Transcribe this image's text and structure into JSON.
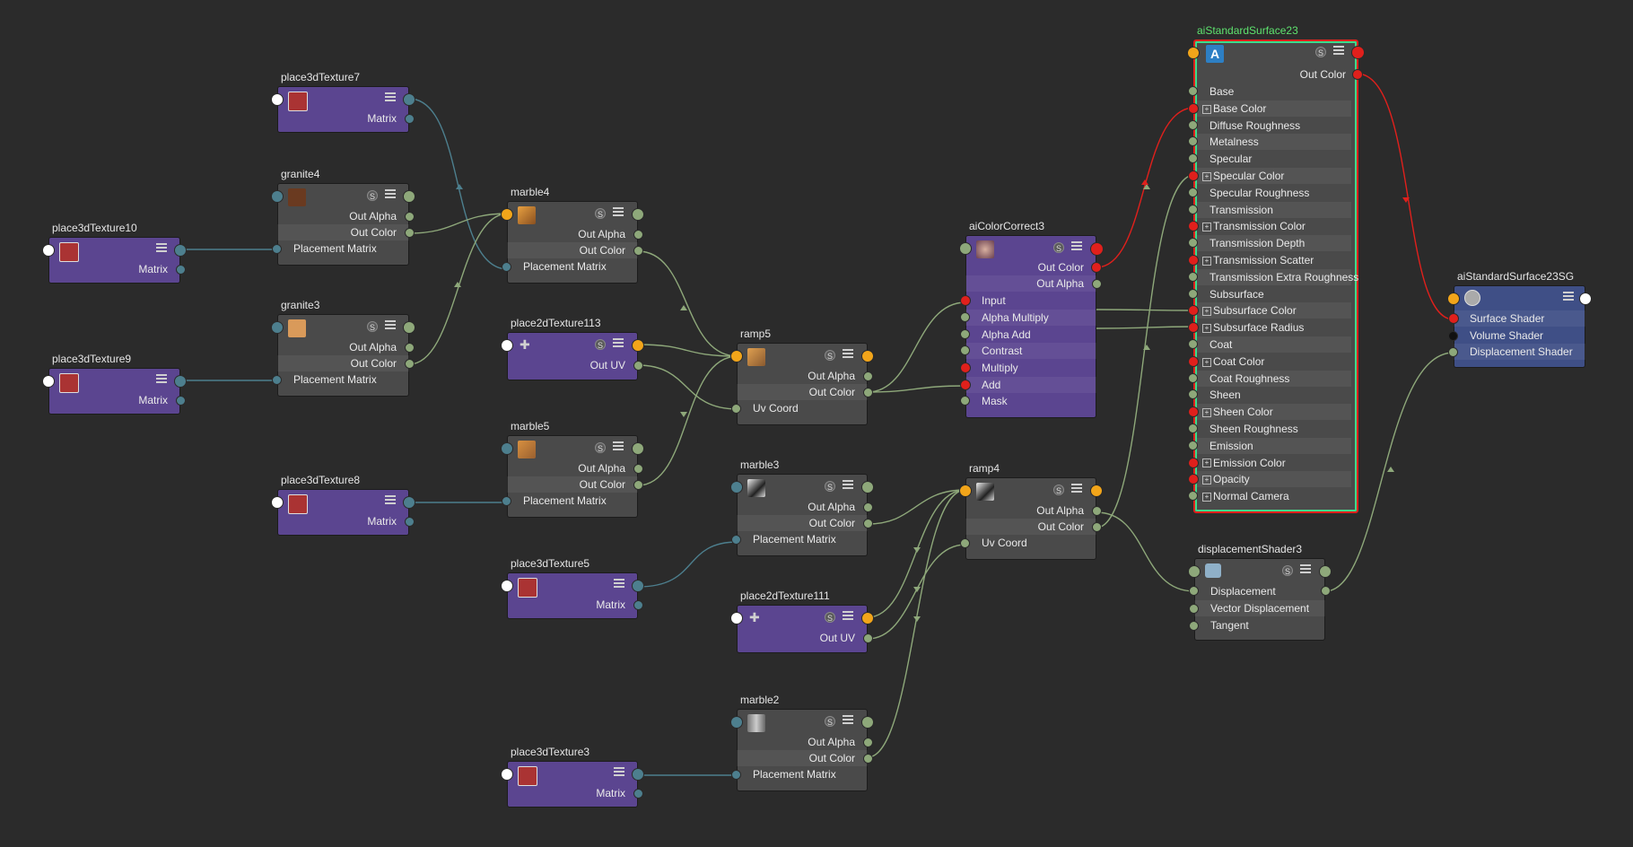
{
  "colors": {
    "background": "#2b2b2b",
    "node": "#4a4a4a",
    "place3d": "#5b4590",
    "shadingGroup": "#3f4f86",
    "selected": "#e0201c",
    "wireGreen": "#8ea87a",
    "wireTeal": "#4d7f8e",
    "wireRed": "#e0201c"
  },
  "icons": {
    "s": "S",
    "menu": "menu-lines-icon",
    "place3d": "cube-icon",
    "place2d": "uv-icon",
    "arnold": "arnold-icon",
    "sg": "shading-group-icon",
    "disp": "displacement-icon"
  },
  "labels": {
    "matrix": "Matrix",
    "out_alpha": "Out Alpha",
    "out_color": "Out Color",
    "out_uv": "Out UV",
    "placement_matrix": "Placement Matrix",
    "uv_coord": "Uv Coord"
  },
  "nodes": {
    "place3dTexture7": {
      "title": "place3dTexture7"
    },
    "place3dTexture10": {
      "title": "place3dTexture10"
    },
    "place3dTexture9": {
      "title": "place3dTexture9"
    },
    "place3dTexture8": {
      "title": "place3dTexture8"
    },
    "place3dTexture5": {
      "title": "place3dTexture5"
    },
    "place3dTexture3": {
      "title": "place3dTexture3"
    },
    "granite4": {
      "title": "granite4"
    },
    "granite3": {
      "title": "granite3"
    },
    "marble4": {
      "title": "marble4"
    },
    "marble5": {
      "title": "marble5"
    },
    "marble3": {
      "title": "marble3"
    },
    "marble2": {
      "title": "marble2"
    },
    "place2dTexture113": {
      "title": "place2dTexture113"
    },
    "place2dTexture111": {
      "title": "place2dTexture111"
    },
    "ramp5": {
      "title": "ramp5"
    },
    "ramp4": {
      "title": "ramp4"
    },
    "aiColorCorrect3": {
      "title": "aiColorCorrect3",
      "outputs": [
        "Out Color",
        "Out Alpha"
      ],
      "inputs": [
        "Input",
        "Alpha Multiply",
        "Alpha Add",
        "Contrast",
        "Multiply",
        "Add",
        "Mask"
      ]
    },
    "aiStandardSurface23": {
      "title": "aiStandardSurface23",
      "output": "Out Color",
      "attributes": [
        "Base",
        "Base Color",
        "Diffuse Roughness",
        "Metalness",
        "Specular",
        "Specular Color",
        "Specular Roughness",
        "Transmission",
        "Transmission Color",
        "Transmission Depth",
        "Transmission Scatter",
        "Transmission Extra Roughness",
        "Subsurface",
        "Subsurface Color",
        "Subsurface Radius",
        "Coat",
        "Coat Color",
        "Coat Roughness",
        "Sheen",
        "Sheen Color",
        "Sheen Roughness",
        "Emission",
        "Emission Color",
        "Opacity",
        "Normal Camera"
      ]
    },
    "aiStandardSurface23SG": {
      "title": "aiStandardSurface23SG",
      "inputs": [
        "Surface Shader",
        "Volume Shader",
        "Displacement Shader"
      ]
    },
    "displacementShader3": {
      "title": "displacementShader3",
      "inputs": [
        "Displacement",
        "Vector Displacement",
        "Tangent"
      ]
    }
  }
}
